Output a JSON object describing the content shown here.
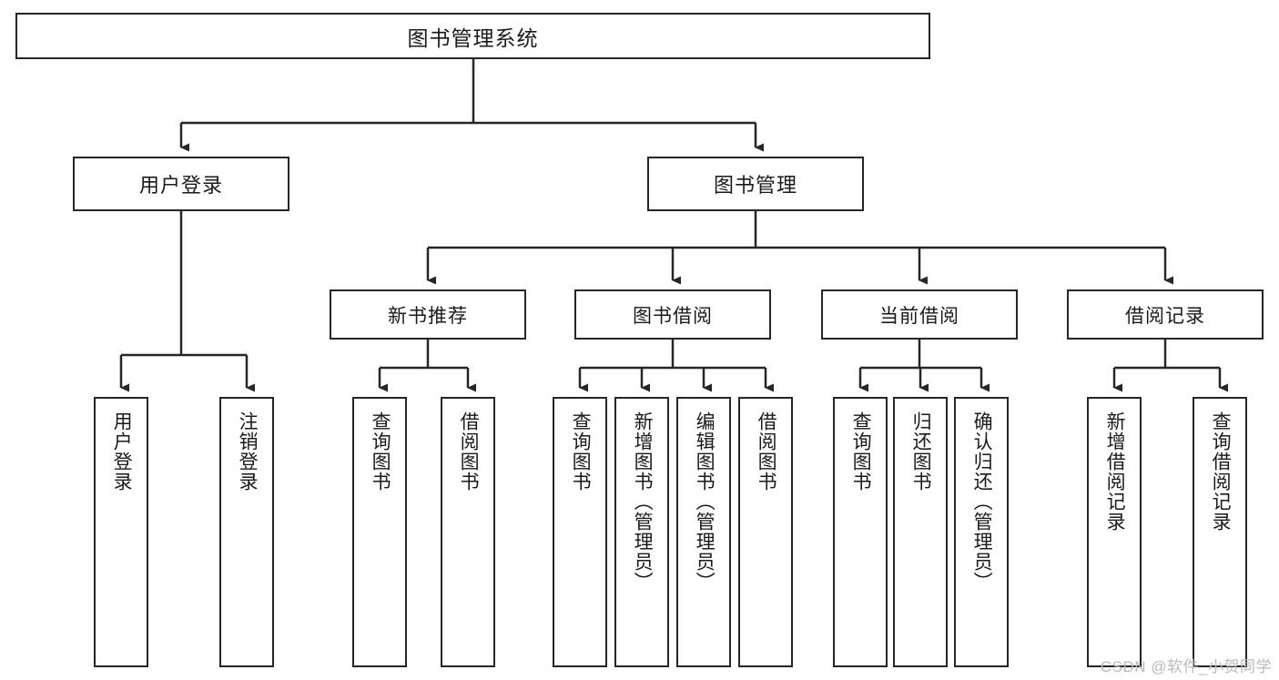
{
  "diagram": {
    "title": "图书管理系统",
    "type": "tree-hierarchy-diagram",
    "watermark": "CSDN @软件_小贺同学",
    "colors": {
      "border": "#262626",
      "background": "#ffffff",
      "text": "#1a1a1a",
      "connector": "#262626",
      "watermark": "#b9b9b9"
    }
  },
  "nodes": {
    "root": {
      "label": "图书管理系统"
    },
    "level2": [
      {
        "id": "user-login",
        "label": "用户登录"
      },
      {
        "id": "book-manage",
        "label": "图书管理"
      }
    ],
    "level3": [
      {
        "id": "new-book-recommend",
        "label": "新书推荐"
      },
      {
        "id": "book-borrow",
        "label": "图书借阅"
      },
      {
        "id": "current-borrow",
        "label": "当前借阅"
      },
      {
        "id": "borrow-record",
        "label": "借阅记录"
      }
    ],
    "leaves": {
      "user_login": [
        {
          "id": "leaf-user-login",
          "label": "用户登录"
        },
        {
          "id": "leaf-logout-login",
          "label": "注销登录"
        }
      ],
      "new_book_recommend": [
        {
          "id": "leaf-query-book-1",
          "label": "查询图书"
        },
        {
          "id": "leaf-borrow-book-1",
          "label": "借阅图书"
        }
      ],
      "book_borrow": [
        {
          "id": "leaf-query-book-2",
          "label": "查询图书"
        },
        {
          "id": "leaf-add-book",
          "label": "新增图书（管理员）"
        },
        {
          "id": "leaf-edit-book",
          "label": "编辑图书（管理员）"
        },
        {
          "id": "leaf-borrow-book-2",
          "label": "借阅图书"
        }
      ],
      "current_borrow": [
        {
          "id": "leaf-query-book-3",
          "label": "查询图书"
        },
        {
          "id": "leaf-return-book",
          "label": "归还图书"
        },
        {
          "id": "leaf-confirm-return",
          "label": "确认归还（管理员）"
        }
      ],
      "borrow_record": [
        {
          "id": "leaf-add-record",
          "label": "新增借阅记录"
        },
        {
          "id": "leaf-query-record",
          "label": "查询借阅记录"
        }
      ]
    }
  }
}
